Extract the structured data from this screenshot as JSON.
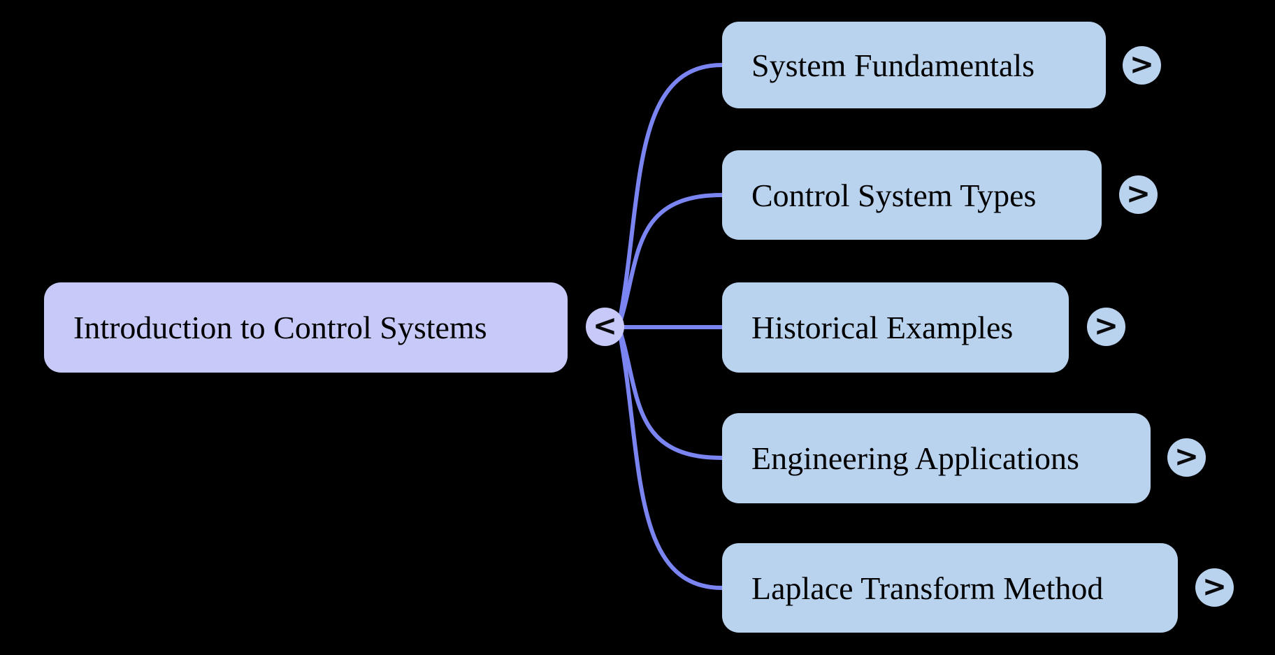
{
  "diagram": {
    "type": "mindmap",
    "background": "#000000",
    "colors": {
      "root_fill": "#c7c9f8",
      "child_fill": "#b9d2ee",
      "edge": "#7b85f2",
      "text": "#000000"
    },
    "root": {
      "label": "Introduction to Control Systems",
      "collapse_icon": "<"
    },
    "children": [
      {
        "label": "System Fundamentals",
        "expand_icon": ">"
      },
      {
        "label": "Control System Types",
        "expand_icon": ">"
      },
      {
        "label": "Historical Examples",
        "expand_icon": ">"
      },
      {
        "label": "Engineering Applications",
        "expand_icon": ">"
      },
      {
        "label": "Laplace Transform Method",
        "expand_icon": ">"
      }
    ]
  }
}
